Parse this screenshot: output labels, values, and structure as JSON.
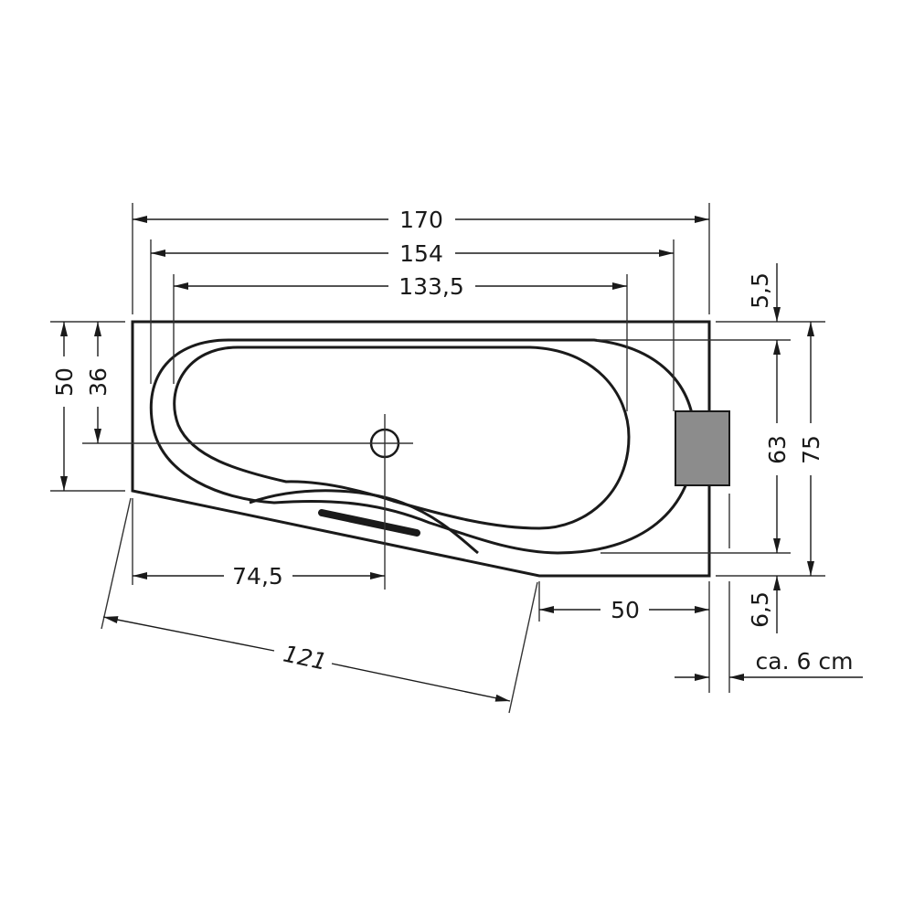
{
  "drawing": {
    "title": "Corner bathtub technical drawing",
    "unit": "cm",
    "colors": {
      "line": "#1a1a1a",
      "panel": "#8c8c8c",
      "background": "#ffffff"
    },
    "dimensions": {
      "overall_length": "170",
      "outer_basin_length": "154",
      "inner_basin_length": "133,5",
      "left_width": "50",
      "drain_offset": "36",
      "top_offset": "5,5",
      "inner_width": "63",
      "overall_width": "75",
      "bottom_offset": "6,5",
      "drain_to_left": "74,5",
      "right_straight_bottom": "50",
      "slanted_edge": "121",
      "panel_depth": "ca. 6 cm"
    },
    "features": {
      "drain_icon": "drain",
      "grab_handle": "handle",
      "side_panel": "panel"
    }
  }
}
